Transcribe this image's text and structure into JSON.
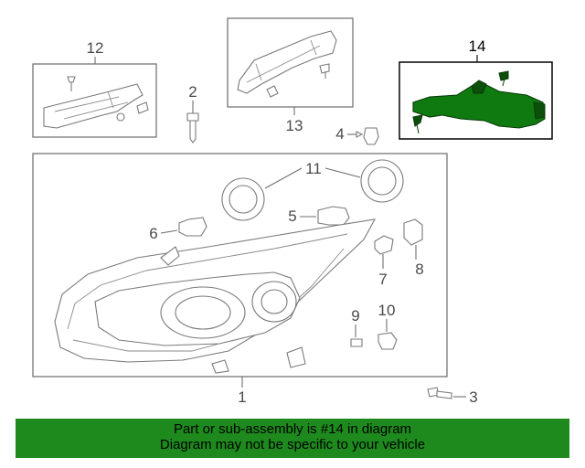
{
  "callouts": {
    "c1": "1",
    "c2": "2",
    "c3": "3",
    "c4": "4",
    "c5": "5",
    "c6": "6",
    "c7": "7",
    "c8": "8",
    "c9": "9",
    "c10": "10",
    "c11": "11",
    "c12": "12",
    "c13": "13",
    "c14": "14"
  },
  "highlight": {
    "part_number": "14",
    "color": "#0f7a0f"
  },
  "banner": {
    "line1": "Part or sub-assembly is #14 in diagram",
    "line2": "Diagram may not be specific to your vehicle",
    "color": "#1e8a1e"
  }
}
